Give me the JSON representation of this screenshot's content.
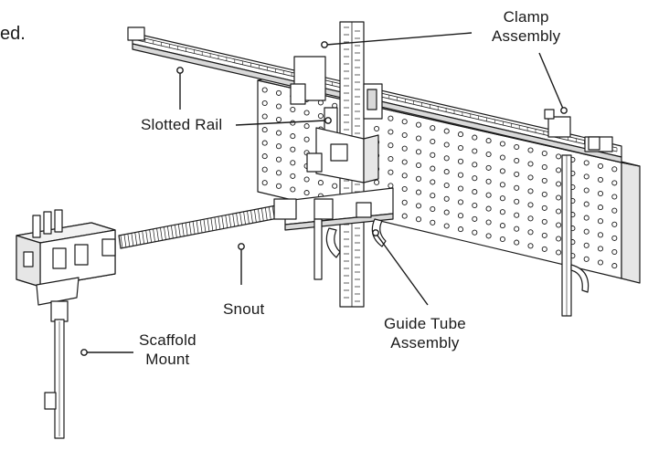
{
  "fragment_text": "ed.",
  "labels": {
    "clamp_assembly": [
      "Clamp",
      "Assembly"
    ],
    "slotted_rail": "Slotted Rail",
    "snout": "Snout",
    "guide_tube_assembly": [
      "Guide Tube",
      "Assembly"
    ],
    "scaffold_mount": [
      "Scaffold",
      "Mount"
    ]
  },
  "colors": {
    "line": "#1a1a1a",
    "fill": "#ffffff",
    "shade": "#d9d9d9"
  }
}
